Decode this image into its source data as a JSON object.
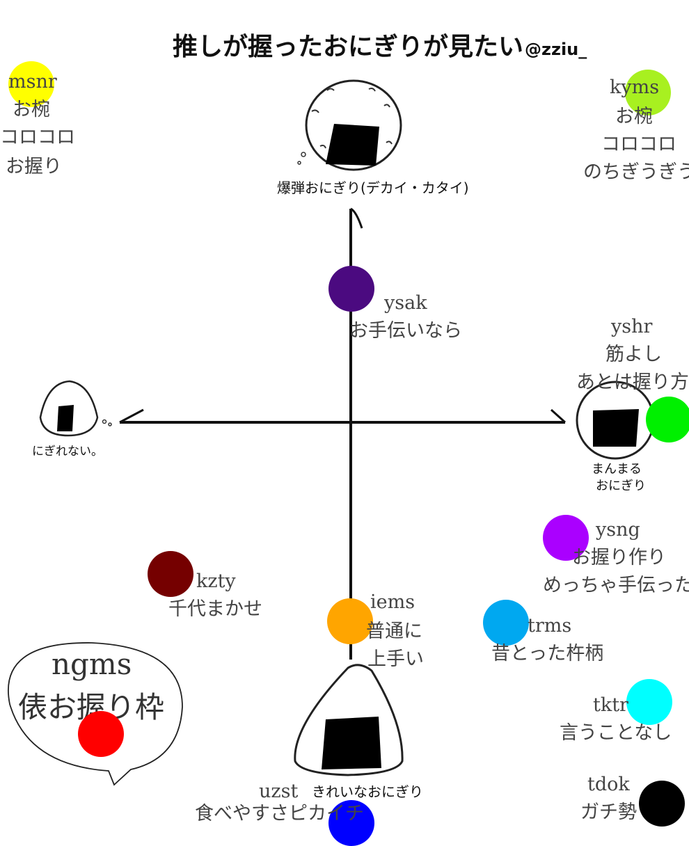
{
  "title": "推しが握ったおにぎりが見たい",
  "handle": "@zziu_",
  "axes": {
    "top": "爆弾おにぎり(デカイ・カタイ)",
    "bottom": "きれいなおにぎり",
    "left": "にぎれない。",
    "right_line1": "まんまる",
    "right_line2": "おにぎり"
  },
  "entries": [
    {
      "name": "msnr",
      "lines": [
        "お椀",
        "コロコロ",
        "お握り"
      ],
      "color": "#ffff00"
    },
    {
      "name": "kyms",
      "lines": [
        "お椀",
        "コロコロ",
        "のちぎうぎう"
      ],
      "color": "#a8f020"
    },
    {
      "name": "ysak",
      "lines": [
        "お手伝いなら"
      ],
      "color": "#4b0a80"
    },
    {
      "name": "yshr",
      "lines": [
        "筋よし",
        "あとは握り方"
      ],
      "color": "#00f000"
    },
    {
      "name": "ysng",
      "lines": [
        "お握り作り",
        "めっちゃ手伝った"
      ],
      "color": "#aa00ff"
    },
    {
      "name": "kzty",
      "lines": [
        "千代まかせ"
      ],
      "color": "#750000"
    },
    {
      "name": "iems",
      "lines": [
        "普通に",
        "上手い"
      ],
      "color": "#ffa500"
    },
    {
      "name": "trms",
      "lines": [
        "昔とった杵柄"
      ],
      "color": "#00a8f0"
    },
    {
      "name": "ngms",
      "lines": [
        "俵お握り枠"
      ],
      "color": "#ff0000"
    },
    {
      "name": "tktr",
      "lines": [
        "言うことなし"
      ],
      "color": "#00ffff"
    },
    {
      "name": "uzst",
      "lines": [
        "食べやすさピカイチ"
      ],
      "color": "#0000ff"
    },
    {
      "name": "tdok",
      "lines": [
        "ガチ勢"
      ],
      "color": "#000000"
    }
  ]
}
